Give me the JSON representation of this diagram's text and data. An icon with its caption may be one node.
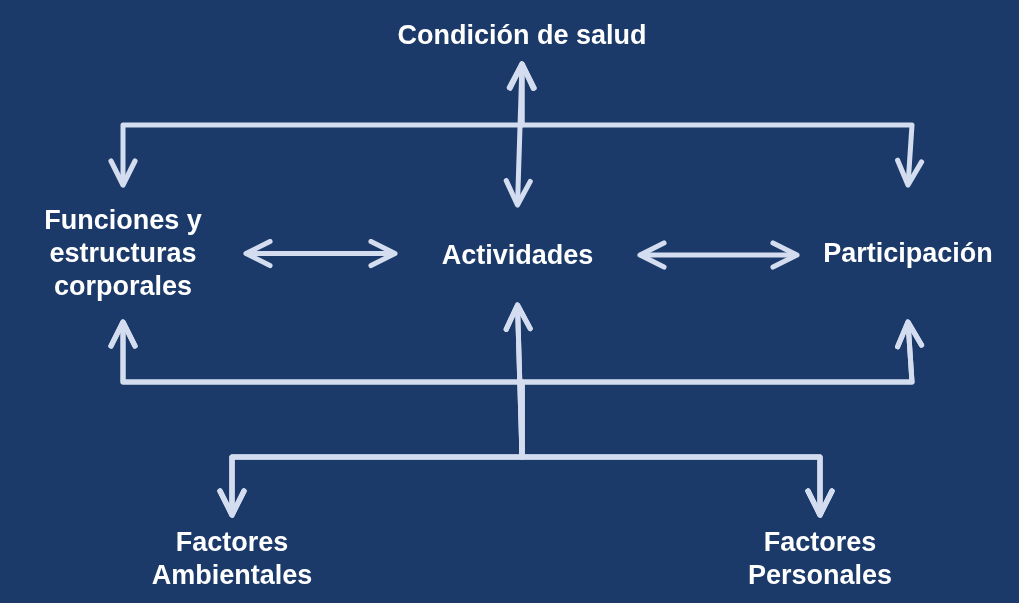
{
  "diagram": {
    "nodes": [
      {
        "text": [
          "Condición de salud"
        ]
      },
      {
        "text": [
          "Funciones y estructuras corporales"
        ]
      },
      {
        "text": [
          "Actividades"
        ]
      },
      {
        "text": [
          "Participación"
        ]
      },
      {
        "text": [
          "Factores Ambientales"
        ]
      },
      {
        "text": [
          "Factores Personales"
        ]
      }
    ],
    "edges": [
      {
        "from": 0,
        "to": 1,
        "arrow": "both"
      },
      {
        "from": 0,
        "to": 2,
        "arrow": "both"
      },
      {
        "from": 0,
        "to": 3,
        "arrow": "both"
      },
      {
        "from": 1,
        "to": 2,
        "arrow": "both"
      },
      {
        "from": 2,
        "to": 3,
        "arrow": "both"
      },
      {
        "from": 4,
        "to": 1,
        "arrow": "both"
      },
      {
        "from": 4,
        "to": 2,
        "arrow": "both"
      },
      {
        "from": 4,
        "to": 3,
        "arrow": "both"
      },
      {
        "from": 5,
        "to": 1,
        "arrow": "both"
      },
      {
        "from": 5,
        "to": 2,
        "arrow": "both"
      },
      {
        "from": 5,
        "to": 3,
        "arrow": "both"
      }
    ]
  }
}
